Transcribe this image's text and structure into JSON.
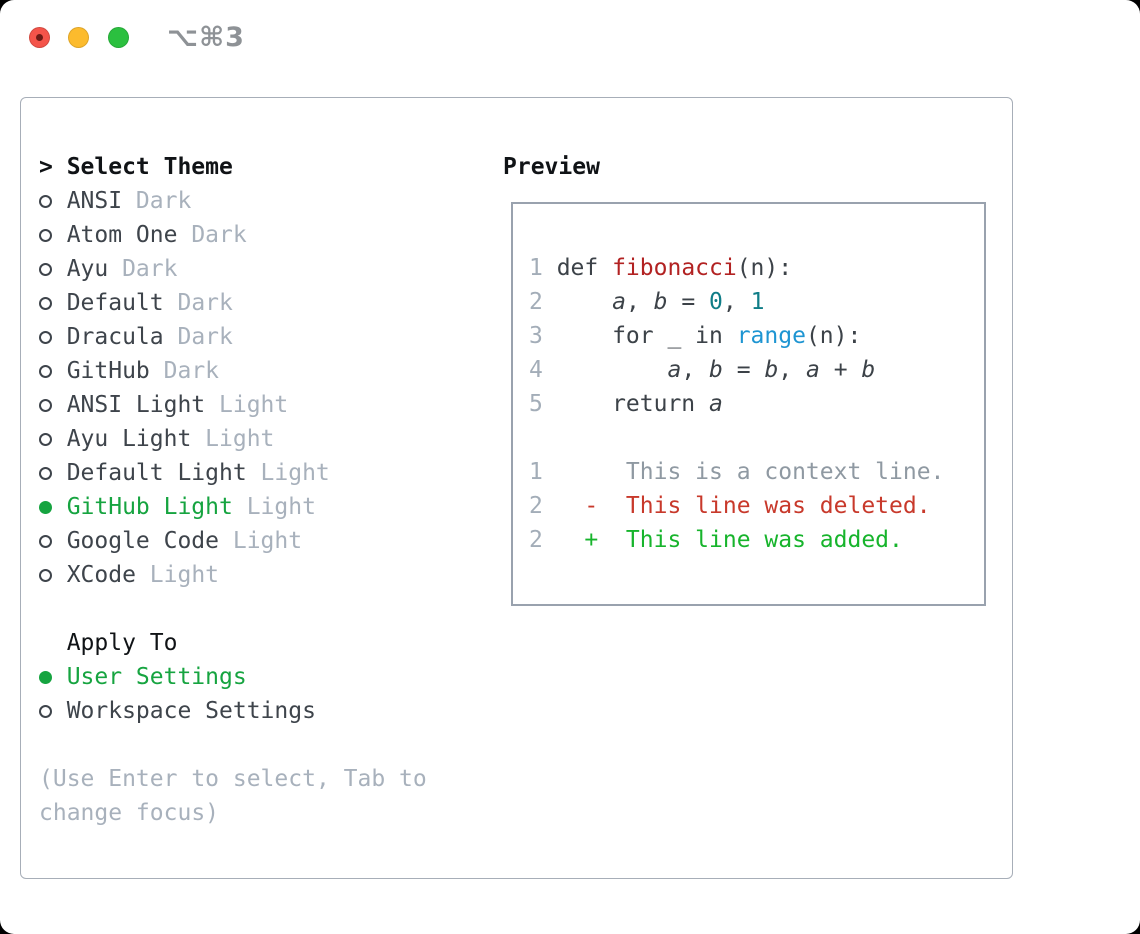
{
  "window": {
    "shortcut": "⌥⌘3",
    "traffic_lights": [
      "close-button",
      "minimize-button",
      "zoom-button"
    ]
  },
  "theme_picker": {
    "prompt": ">",
    "title": "Select Theme",
    "items": [
      {
        "name": "ANSI",
        "variant": "Dark",
        "selected": false
      },
      {
        "name": "Atom One",
        "variant": "Dark",
        "selected": false
      },
      {
        "name": "Ayu",
        "variant": "Dark",
        "selected": false
      },
      {
        "name": "Default",
        "variant": "Dark",
        "selected": false
      },
      {
        "name": "Dracula",
        "variant": "Dark",
        "selected": false
      },
      {
        "name": "GitHub",
        "variant": "Dark",
        "selected": false
      },
      {
        "name": "ANSI Light",
        "variant": "Light",
        "selected": false
      },
      {
        "name": "Ayu Light",
        "variant": "Light",
        "selected": false
      },
      {
        "name": "Default Light",
        "variant": "Light",
        "selected": false
      },
      {
        "name": "GitHub Light",
        "variant": "Light",
        "selected": true
      },
      {
        "name": "Google Code",
        "variant": "Light",
        "selected": false
      },
      {
        "name": "XCode",
        "variant": "Light",
        "selected": false
      }
    ],
    "apply_to": {
      "title": "Apply To",
      "options": [
        {
          "label": "User Settings",
          "selected": true
        },
        {
          "label": "Workspace Settings",
          "selected": false
        }
      ]
    },
    "hint": [
      "(Use Enter to select, Tab to",
      "change focus)"
    ]
  },
  "preview": {
    "title": "Preview",
    "code": [
      {
        "num": "1",
        "segs": [
          {
            "t": "def "
          },
          {
            "t": "fibonacci"
          },
          {
            "t": "(n):"
          }
        ]
      },
      {
        "num": "2",
        "segs": [
          {
            "t": "    "
          },
          {
            "t": "a"
          },
          {
            "t": ", "
          },
          {
            "t": "b"
          },
          {
            "t": " = "
          },
          {
            "t": "0"
          },
          {
            "t": ", "
          },
          {
            "t": "1"
          }
        ]
      },
      {
        "num": "3",
        "segs": [
          {
            "t": "    for _ in "
          },
          {
            "t": "range"
          },
          {
            "t": "(n):"
          }
        ]
      },
      {
        "num": "4",
        "segs": [
          {
            "t": "        "
          },
          {
            "t": "a"
          },
          {
            "t": ", "
          },
          {
            "t": "b"
          },
          {
            "t": " = "
          },
          {
            "t": "b"
          },
          {
            "t": ", "
          },
          {
            "t": "a"
          },
          {
            "t": " + "
          },
          {
            "t": "b"
          }
        ]
      },
      {
        "num": "5",
        "segs": [
          {
            "t": "    return "
          },
          {
            "t": "a"
          }
        ]
      },
      {
        "num": "",
        "segs": []
      },
      {
        "num": "1",
        "segs": [
          {
            "t": "     This is a context line."
          }
        ]
      },
      {
        "num": "2",
        "segs": [
          {
            "t": "  -  This line was deleted."
          }
        ]
      },
      {
        "num": "2",
        "segs": [
          {
            "t": "  +  This line was added."
          }
        ]
      }
    ]
  },
  "colors": {
    "accent_green": "#16a440",
    "added_green": "#17b42c",
    "deleted_red": "#c8392b",
    "func_red": "#b22222",
    "number_teal": "#0f7d87",
    "call_blue": "#1e95d2",
    "code_dark": "#3c4248",
    "item_dark": "#3e444b",
    "muted": "#a8b1bc",
    "line_number": "#a3adb8",
    "context_gray": "#8f99a2",
    "heading_black": "#101316",
    "panel_border": "#a7aeb8",
    "box_border": "#99a2ae",
    "titlebar_gray": "#8e9296",
    "traffic_red": "#f4544a",
    "traffic_yellow": "#fcbb2d",
    "traffic_green": "#2bc03f"
  }
}
